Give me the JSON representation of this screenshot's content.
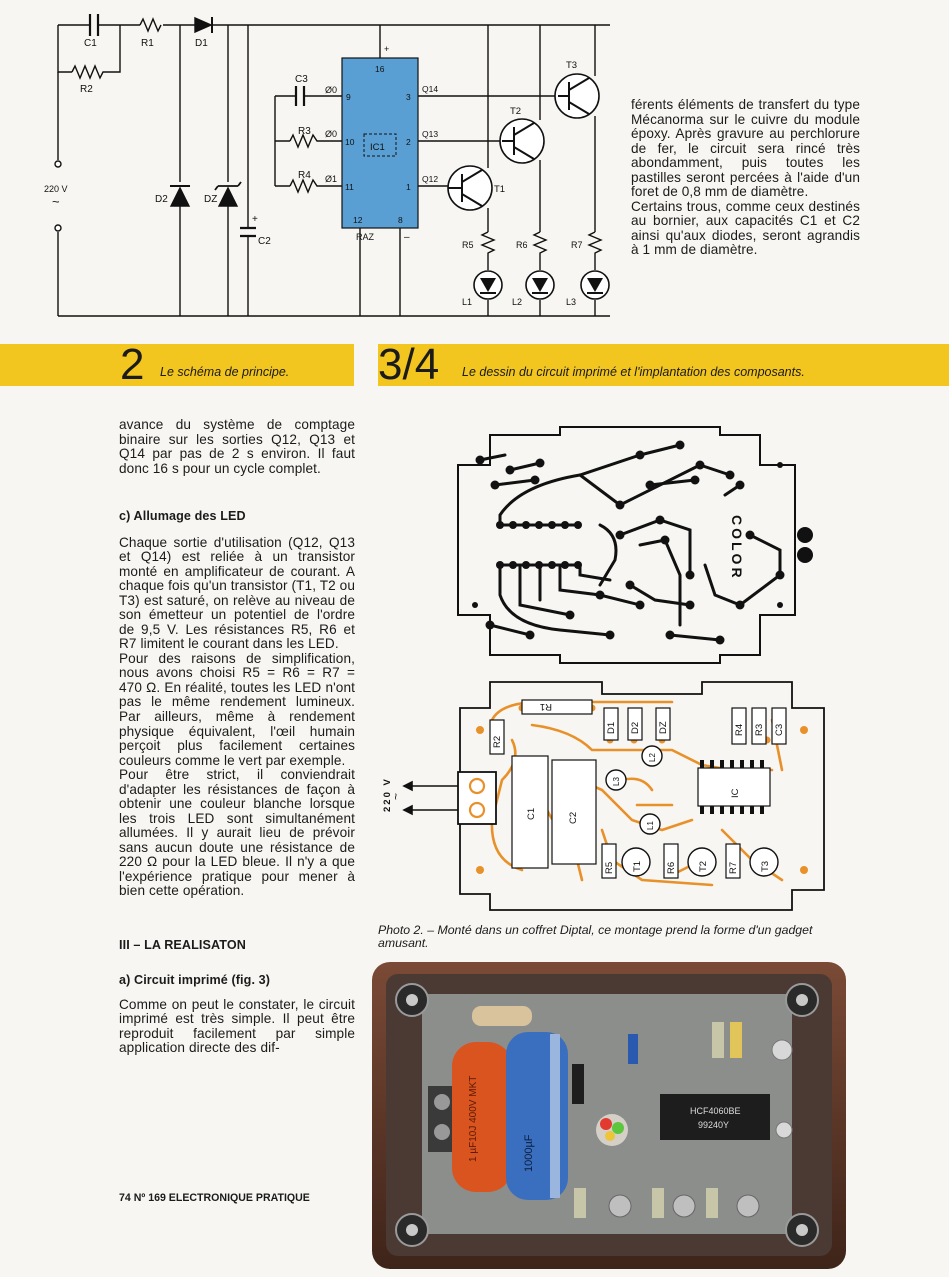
{
  "schematic": {
    "labels": {
      "c1": "C1",
      "r1": "R1",
      "d1": "D1",
      "r2": "R2",
      "mains": "220 V",
      "mains_symbol": "~",
      "d2": "D2",
      "dz": "DZ",
      "c2": "C2",
      "plus": "+",
      "c3": "C3",
      "r3": "R3",
      "r4": "R4",
      "phi0_a": "Ø0",
      "phi0_b": "Ø0",
      "phi1": "Ø1",
      "pin9": "9",
      "pin10": "10",
      "pin11": "11",
      "pin16": "16",
      "pin12": "12",
      "pin8": "8",
      "pin3": "3",
      "pin2": "2",
      "pin1": "1",
      "ic1": "IC1",
      "raz": "RAZ",
      "minus": "–",
      "q14": "Q14",
      "q13": "Q13",
      "q12": "Q12",
      "t1": "T1",
      "t2": "T2",
      "t3": "T3",
      "r5": "R5",
      "r6": "R6",
      "r7": "R7",
      "l1": "L1",
      "l2": "L2",
      "l3": "L3"
    }
  },
  "right_top_text": "férents éléments de transfert du type Mécanorma sur le cuivre du module époxy. Après gravure au perchlorure de fer, le circuit sera rincé très abondamment, puis toutes les pastilles seront percées à l'aide d'un foret de 0,8 mm de diamètre.",
  "right_top_text2": "Certains trous, comme ceux destinés au bornier, aux capacités C1 et C2 ainsi qu'aux diodes, seront agrandis à 1 mm de diamètre.",
  "band2": {
    "number": "2",
    "caption": "Le schéma de principe."
  },
  "band34": {
    "number": "3/4",
    "caption": "Le dessin du circuit imprimé et l'implantation des composants."
  },
  "left_text": {
    "p1": "avance du système de comptage binaire sur les sorties Q12, Q13 et Q14 par pas de 2 s environ. Il faut donc 16 s pour un cycle complet.",
    "h_c": "c) Allumage des LED",
    "p2": "Chaque sortie d'utilisation (Q12, Q13 et Q14) est reliée à un transistor monté en amplificateur de courant. A chaque fois qu'un transistor (T1, T2 ou T3) est saturé, on relève au niveau de son émetteur un potentiel de l'ordre de 9,5 V. Les résistances R5, R6 et R7 limitent le courant dans les LED.",
    "p3": "Pour des raisons de simplification, nous avons choisi R5 = R6 = R7 = 470 Ω. En réalité, toutes les LED n'ont pas le même rendement lumineux. Par ailleurs, même à rendement physique équivalent, l'œil humain perçoit plus facilement certaines couleurs comme le vert par exemple.",
    "p4": "Pour être strict, il conviendrait d'adapter les résistances de façon à obtenir une couleur blanche lorsque les trois LED sont simultanément allumées. Il y aurait lieu de prévoir sans aucun doute une résistance de 220 Ω pour la LED bleue. Il n'y a que l'expérience pratique pour mener à bien cette opération.",
    "h_iii": "III – LA REALISATON",
    "h_a": "a) Circuit imprimé (fig. 3)",
    "p5": "Comme on peut le constater, le circuit imprimé est très simple. Il peut être reproduit facilement par simple application directe des dif-"
  },
  "footer": "74 Nº 169 ELECTRONIQUE PRATIQUE",
  "pcb": {
    "color_label": "COLOR"
  },
  "layout_fig": {
    "labels": {
      "r1": "R1",
      "r2": "R2",
      "d1": "D1",
      "d2": "D2",
      "dz": "DZ",
      "r4": "R4",
      "r3": "R3",
      "c3": "C3",
      "c1": "C1",
      "c2": "C2",
      "ic": "IC",
      "l1": "L1",
      "l2": "L2",
      "l3": "L3",
      "r5": "R5",
      "r6": "R6",
      "r7": "R7",
      "t1": "T1",
      "t2": "T2",
      "t3": "T3",
      "mains": "220 V",
      "mains_symbol": "~"
    }
  },
  "photo_caption": "Photo 2. – Monté dans un coffret Diptal, ce montage prend la forme d'un gadget amusant.",
  "photo": {
    "ic_marking_1": "HCF4060BE",
    "ic_marking_2": "99240Y",
    "cap_marking": "1000µF",
    "film_marking": "1 µF10J 400V MKT"
  },
  "colors": {
    "band": "#f2c51f",
    "ic_body": "#5a9fd3",
    "pcb_copper": "#e8912a",
    "case": "#6b3f2e"
  }
}
